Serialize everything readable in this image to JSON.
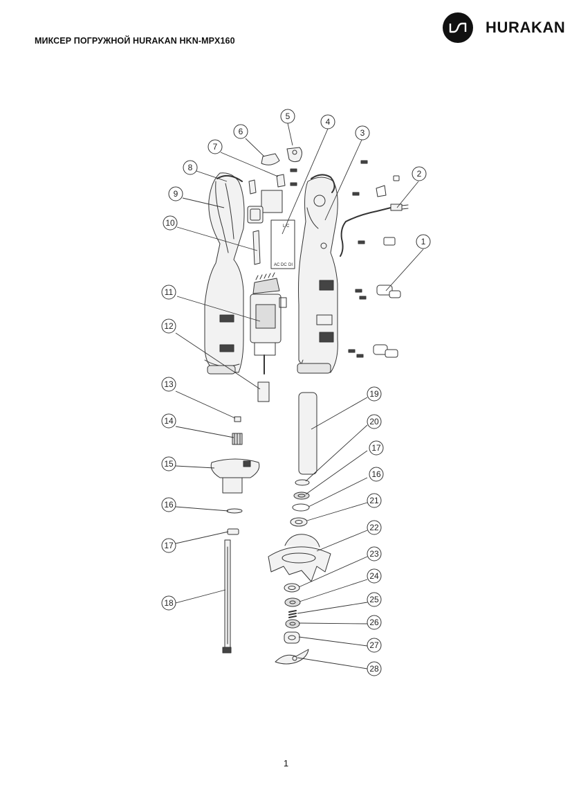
{
  "header": {
    "title": "МИКСЕР ПОГРУЖНОЙ HURAKAN HKN-MPX160",
    "brand_name": "HURAKAN",
    "brand_logo_icon": "hurakan-wave-logo-icon"
  },
  "diagram": {
    "callouts": [
      "1",
      "2",
      "3",
      "4",
      "5",
      "6",
      "7",
      "8",
      "9",
      "10",
      "11",
      "12",
      "13",
      "14",
      "15",
      "16",
      "16",
      "17",
      "17",
      "18",
      "19",
      "20",
      "21",
      "22",
      "23",
      "24",
      "25",
      "26",
      "27",
      "28"
    ],
    "part_markings": [
      "L",
      "C",
      "DI",
      "AC",
      "DC"
    ]
  },
  "footer": {
    "page_number": "1"
  },
  "colors": {
    "ink": "#111111",
    "line": "#333333",
    "part_fill": "#f2f2f2",
    "dark_part": "#444444"
  }
}
